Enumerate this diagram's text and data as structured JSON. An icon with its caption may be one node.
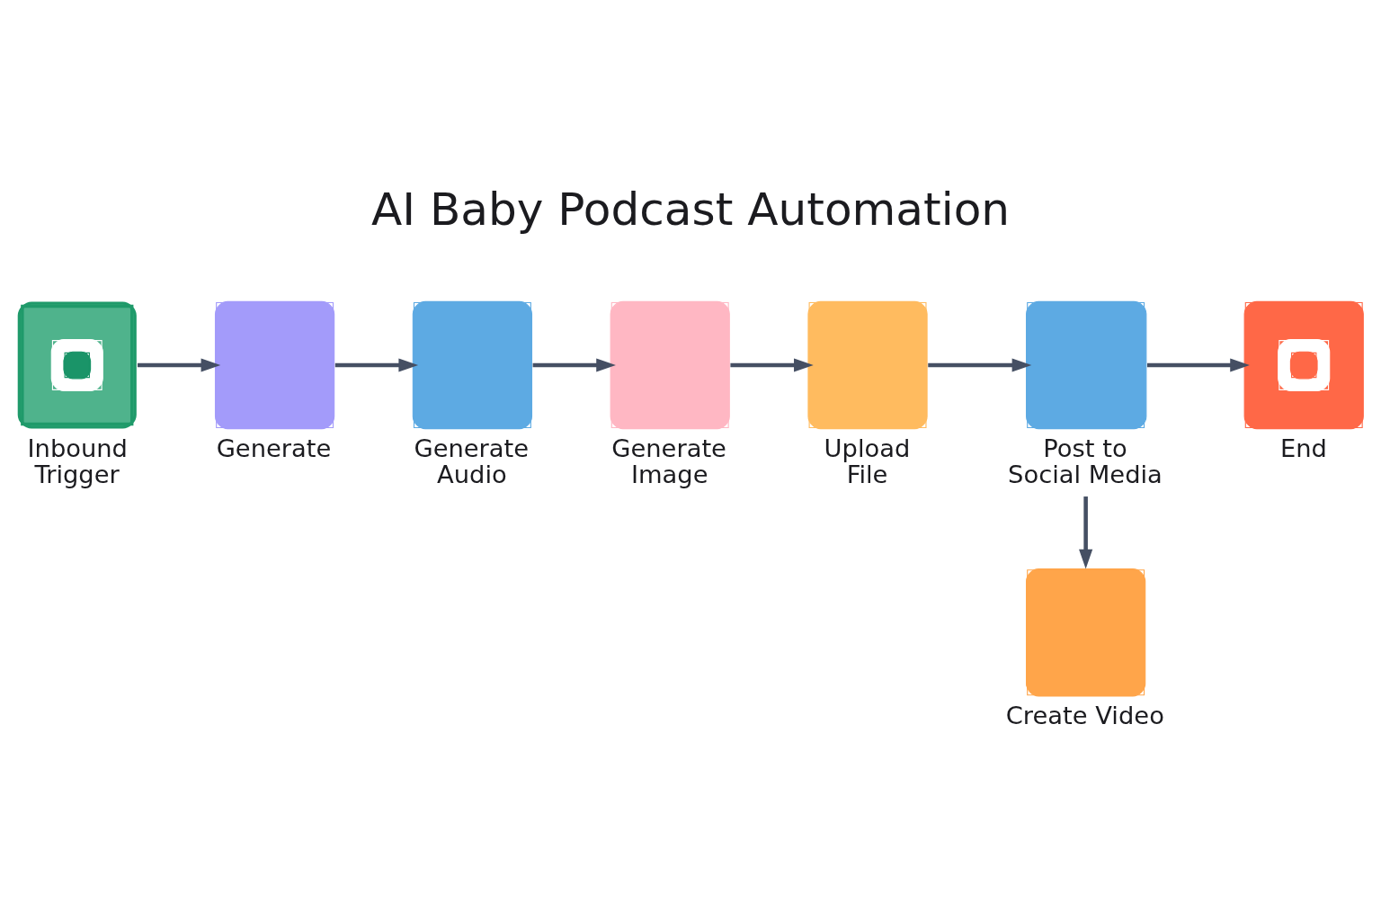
{
  "diagram": {
    "title": "AI Baby Podcast Automation",
    "nodes": [
      {
        "text": [
          "Inbound Trigger"
        ]
      },
      {
        "text": [
          "Generate"
        ]
      },
      {
        "text": [
          "Generate Audio"
        ]
      },
      {
        "text": [
          "Generate Image"
        ]
      },
      {
        "text": [
          "Upload File"
        ]
      },
      {
        "text": [
          "Post to Social Media"
        ]
      },
      {
        "text": [
          "End"
        ]
      },
      {
        "text": [
          "Create Video"
        ]
      }
    ],
    "edges": [
      {
        "from": 0,
        "to": 1,
        "arrow": "to"
      },
      {
        "from": 1,
        "to": 2,
        "arrow": "to"
      },
      {
        "from": 2,
        "to": 3,
        "arrow": "to"
      },
      {
        "from": 3,
        "to": 4,
        "arrow": "to"
      },
      {
        "from": 4,
        "to": 5,
        "arrow": "to"
      },
      {
        "from": 5,
        "to": 6,
        "arrow": "to"
      },
      {
        "from": 5,
        "to": 7,
        "arrow": "to"
      }
    ]
  }
}
